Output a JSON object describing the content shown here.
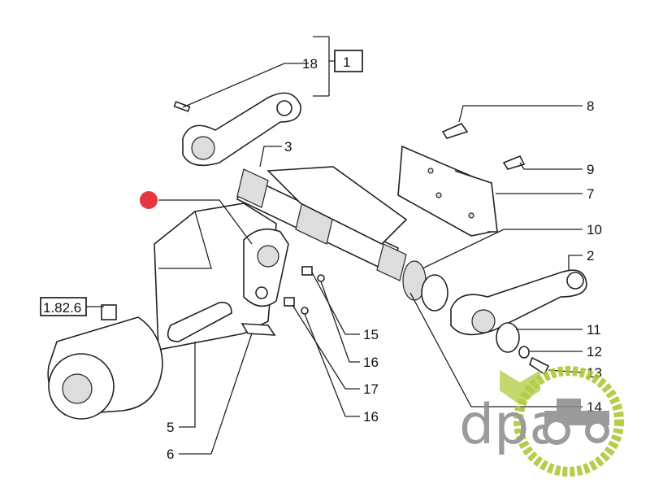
{
  "diagram": {
    "reference_box": "1",
    "assembly_ref": "1.82.6",
    "callouts": [
      "18",
      "8",
      "3",
      "9",
      "7",
      "10",
      "2",
      "11",
      "12",
      "13",
      "14",
      "15",
      "16",
      "17",
      "16",
      "5",
      "6"
    ],
    "highlight_color": "#e0141e"
  },
  "logo": {
    "text": "dpa",
    "accent_color": "#a8c62c",
    "grey_color": "#8a8a8a"
  }
}
